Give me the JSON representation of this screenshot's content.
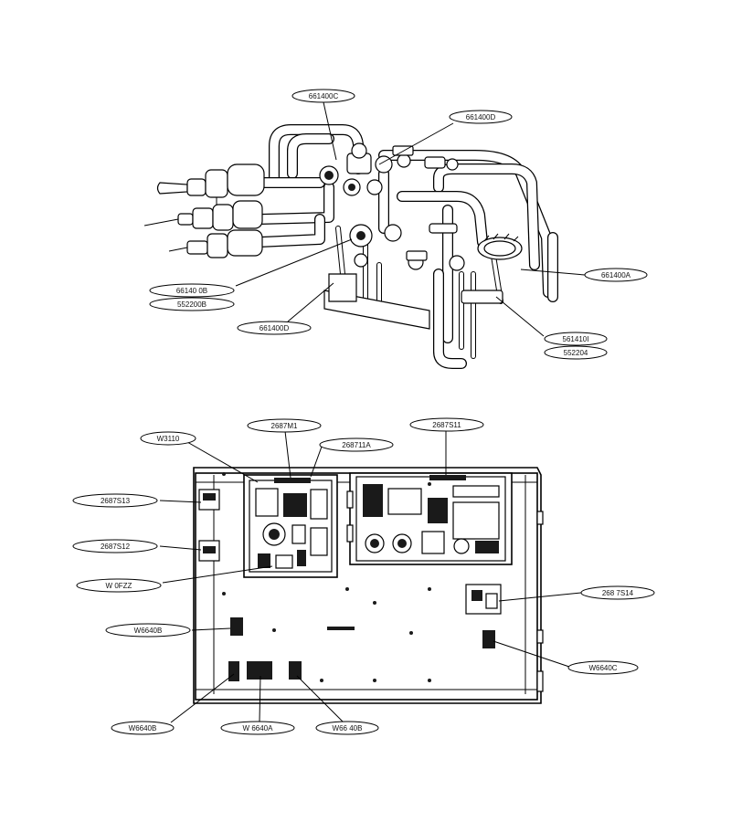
{
  "top_assembly": {
    "labels": [
      "661400C",
      "661400D",
      "661400A",
      "66140 0B",
      "552200B",
      "661400D",
      "561410I",
      "552204"
    ]
  },
  "bottom_assembly": {
    "labels": [
      "W3110",
      "2687M1",
      "268711A",
      "2687S11",
      "2687S13",
      "2687S12",
      "W 0FZZ",
      "268 7S14",
      "W6640B",
      "W6640C",
      "W6640B",
      "W 6640A",
      "W66 40B"
    ]
  }
}
